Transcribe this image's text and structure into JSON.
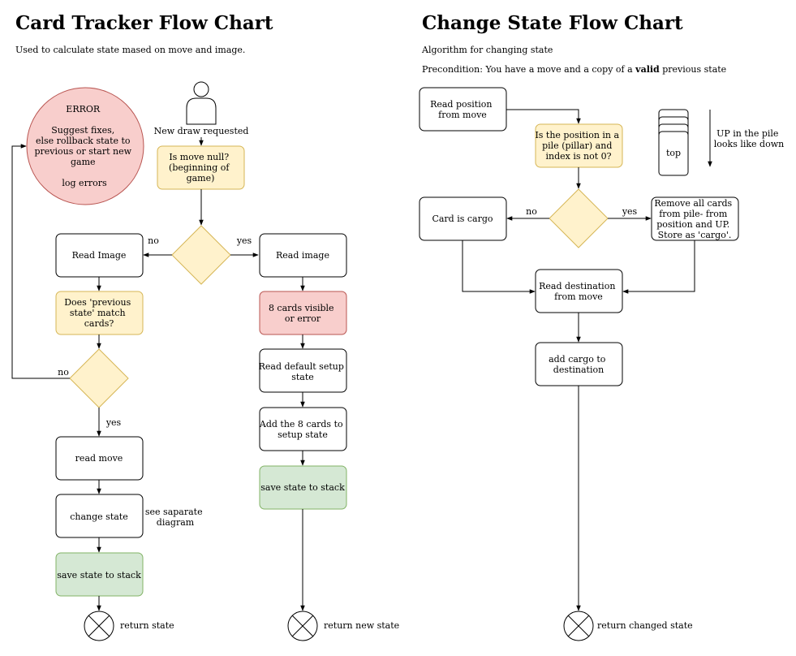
{
  "left_chart": {
    "title": "Card Tracker Flow Chart",
    "subtitle": "Used to calculate state mased on move and image.",
    "error_box": {
      "lines": [
        "ERROR",
        "",
        "Suggest fixes,",
        "else rollback state to",
        "previous or start new",
        "game",
        "",
        "log errors"
      ]
    },
    "actor_label": "New draw requested",
    "is_move_null": [
      "Is move null?",
      "(beginning of",
      "game)"
    ],
    "no_label": "no",
    "yes_label": "yes",
    "read_image_left": "Read Image",
    "read_image_right": "Read image",
    "does_prev_match": [
      "Does 'previous",
      "state' match",
      "cards?"
    ],
    "no_label_2": "no",
    "yes_label_2": "yes",
    "read_move": "read move",
    "change_state": "change state",
    "see_separate": [
      "see saparate",
      "diagram"
    ],
    "save_state_left": "save state to stack",
    "return_state": "return state",
    "eight_cards": [
      "8 cards visible",
      "or error"
    ],
    "read_default": [
      "Read default setup",
      "state"
    ],
    "add_eight": [
      "Add the 8 cards to",
      "setup state"
    ],
    "save_state_right": "save state to stack",
    "return_new_state": "return new state"
  },
  "right_chart": {
    "title": "Change State Flow Chart",
    "subtitle": "Algorithm for changing state",
    "precondition_prefix": "Precondition: You have a move and a copy of a ",
    "precondition_bold": "valid",
    "precondition_suffix": " previous state",
    "read_position": [
      "Read position",
      "from move"
    ],
    "is_position": [
      "Is the position in a",
      "pile (pillar) and",
      "index is not 0?"
    ],
    "pile_top": "top",
    "up_pile_note": [
      "UP in the pile",
      "looks like down"
    ],
    "card_is_cargo": "Card is cargo",
    "no_label": "no",
    "yes_label": "yes",
    "remove_cards": [
      "Remove all cards",
      "from pile- from",
      "position and UP.",
      "Store as 'cargo'."
    ],
    "read_destination": [
      "Read destination",
      "from move"
    ],
    "add_cargo": [
      "add cargo to",
      "destination"
    ],
    "return_changed": "return changed state"
  },
  "colors": {
    "yellow_fill": "#fff2cc",
    "yellow_stroke": "#d6b656",
    "red_fill": "#f8cecc",
    "red_stroke": "#b85450",
    "green_fill": "#d5e8d4",
    "green_stroke": "#82b366"
  }
}
